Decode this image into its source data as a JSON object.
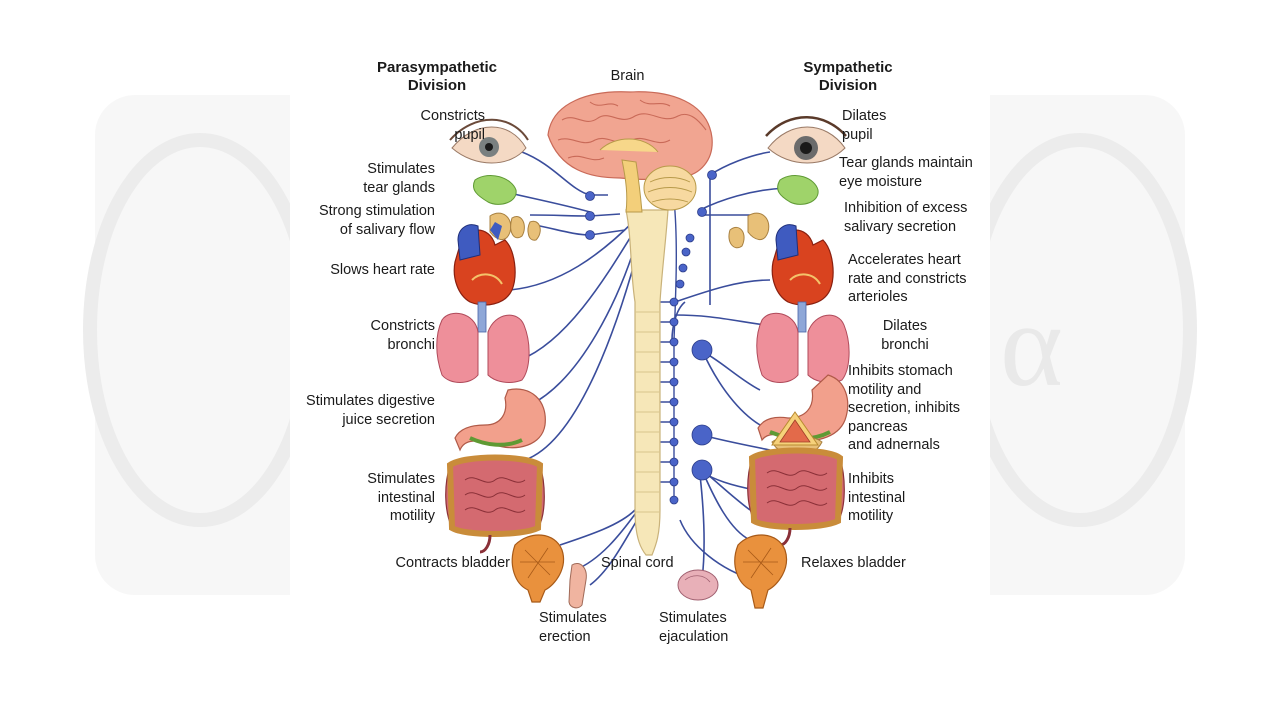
{
  "headers": {
    "parasympathetic": "Parasympathetic\nDivision",
    "sympathetic": "Sympathetic\nDivision"
  },
  "center": {
    "brain": "Brain",
    "spinal_cord": "Spinal cord"
  },
  "parasympathetic": {
    "eye": "Constricts\npupil",
    "tear": "Stimulates\ntear glands",
    "salivary": "Strong stimulation\nof salivary flow",
    "heart": "Slows heart rate",
    "lungs": "Constricts\nbronchi",
    "stomach": "Stimulates digestive\njuice secretion",
    "intestine": "Stimulates\nintestinal\nmotility",
    "bladder": "Contracts bladder",
    "genital": "Stimulates\nerection"
  },
  "sympathetic": {
    "eye": "Dilates\npupil",
    "tear": "Tear glands maintain\neye moisture",
    "salivary": "Inhibition of excess\nsalivary secretion",
    "heart": "Accelerates heart\nrate and constricts\narterioles",
    "lungs": "Dilates\nbronchi",
    "stomach": "Inhibits stomach\nmotility and\nsecretion, inhibits\npancreas\nand adnernals",
    "intestine": "Inhibits\nintestinal\nmotility",
    "bladder": "Relaxes bladder",
    "genital": "Stimulates\nejaculation"
  },
  "colors": {
    "nerve": "#3a4d9c",
    "ganglion": "#4a64c8",
    "spinal_cord": "#f6e7b8",
    "brain": "#f1a591",
    "heart": "#d9431f",
    "lung": "#ee8f9a",
    "stomach": "#f2a08c",
    "intestine": "#d46a70",
    "gland": "#e8c078",
    "tear_gland": "#9fd36a",
    "bladder": "#e9913d"
  }
}
